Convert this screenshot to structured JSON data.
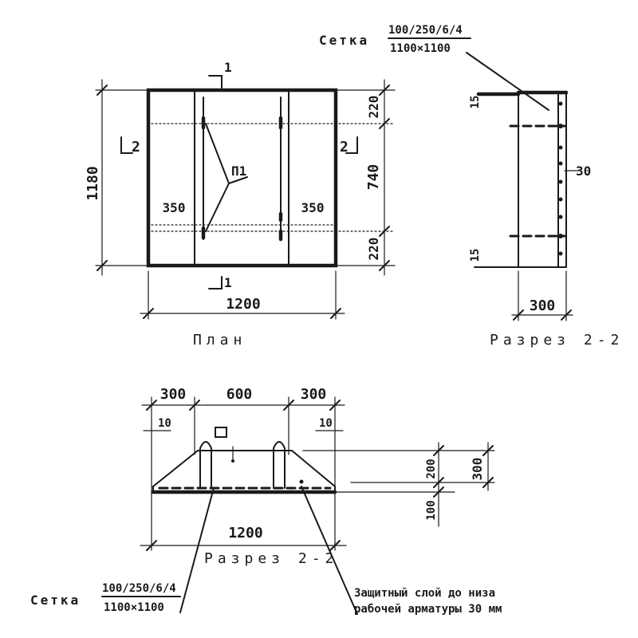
{
  "plan": {
    "title": "План",
    "dim_width": "1200",
    "dim_height": "1180",
    "dim_left": "350",
    "dim_right": "350",
    "dim_top": "220",
    "dim_mid": "740",
    "dim_bottom": "220",
    "loop_label": "П1",
    "cut1_top": "1",
    "cut1_bottom": "1",
    "cut2_left": "2",
    "cut2_right": "2"
  },
  "section_side": {
    "title": "Разрез 2-2",
    "mesh_label": "Сетка",
    "mesh_spec_top": "100/250/6/4",
    "mesh_spec_bottom": "1100×1100",
    "dim_width": "300",
    "dim_height": "30",
    "dim_top": "15",
    "dim_bottom": "15"
  },
  "section_bottom": {
    "title": "Разрез 2-2",
    "dim_left": "300",
    "dim_mid": "600",
    "dim_right": "300",
    "dim_total": "1200",
    "dim_edge_left": "10",
    "dim_edge_right": "10",
    "dim_h1": "200",
    "dim_h2": "300",
    "dim_h3": "100",
    "mesh_label": "Сетка",
    "mesh_spec_top": "100/250/6/4",
    "mesh_spec_bottom": "1100×1100",
    "cover_note_line1": "Защитный слой до низа",
    "cover_note_line2": "рабочей арматуры 30 мм"
  }
}
